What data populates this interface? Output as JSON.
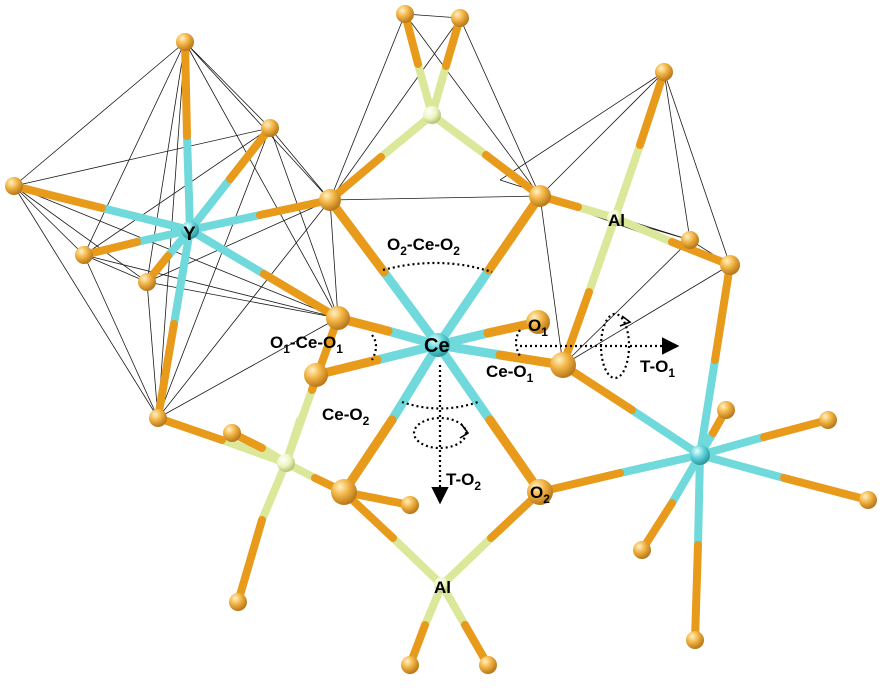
{
  "atoms": {
    "ce": "Ce",
    "y": "Y",
    "al_top": "Al",
    "al_bottom": "Al",
    "o1_right": "O",
    "o1_right_sub": "1",
    "o2_bottom": "O",
    "o2_bottom_sub": "2"
  },
  "angle_labels": {
    "o2_ce_o2": {
      "a": "O",
      "a_sub": "2",
      "mid": "-Ce-O",
      "b_sub": "2"
    },
    "o1_ce_o1": {
      "a": "O",
      "a_sub": "1",
      "mid": "-Ce-O",
      "b_sub": "1"
    },
    "ce_o1": {
      "a": "Ce-O",
      "a_sub": "1"
    },
    "ce_o2": {
      "a": "Ce-O",
      "a_sub": "2"
    }
  },
  "torsion_labels": {
    "t_o1": {
      "a": "T-O",
      "a_sub": "1"
    },
    "t_o2": {
      "a": "T-O",
      "a_sub": "2"
    }
  },
  "colors": {
    "oxygen": "#f2b23a",
    "bond_orange": "#e89a1a",
    "bond_cyan": "#6fd9dc",
    "bond_yellow": "#dbe89a",
    "cation_cyan": "#5ed0d6",
    "al_atom": "#eef5c0",
    "edge": "#1a1a1a"
  }
}
